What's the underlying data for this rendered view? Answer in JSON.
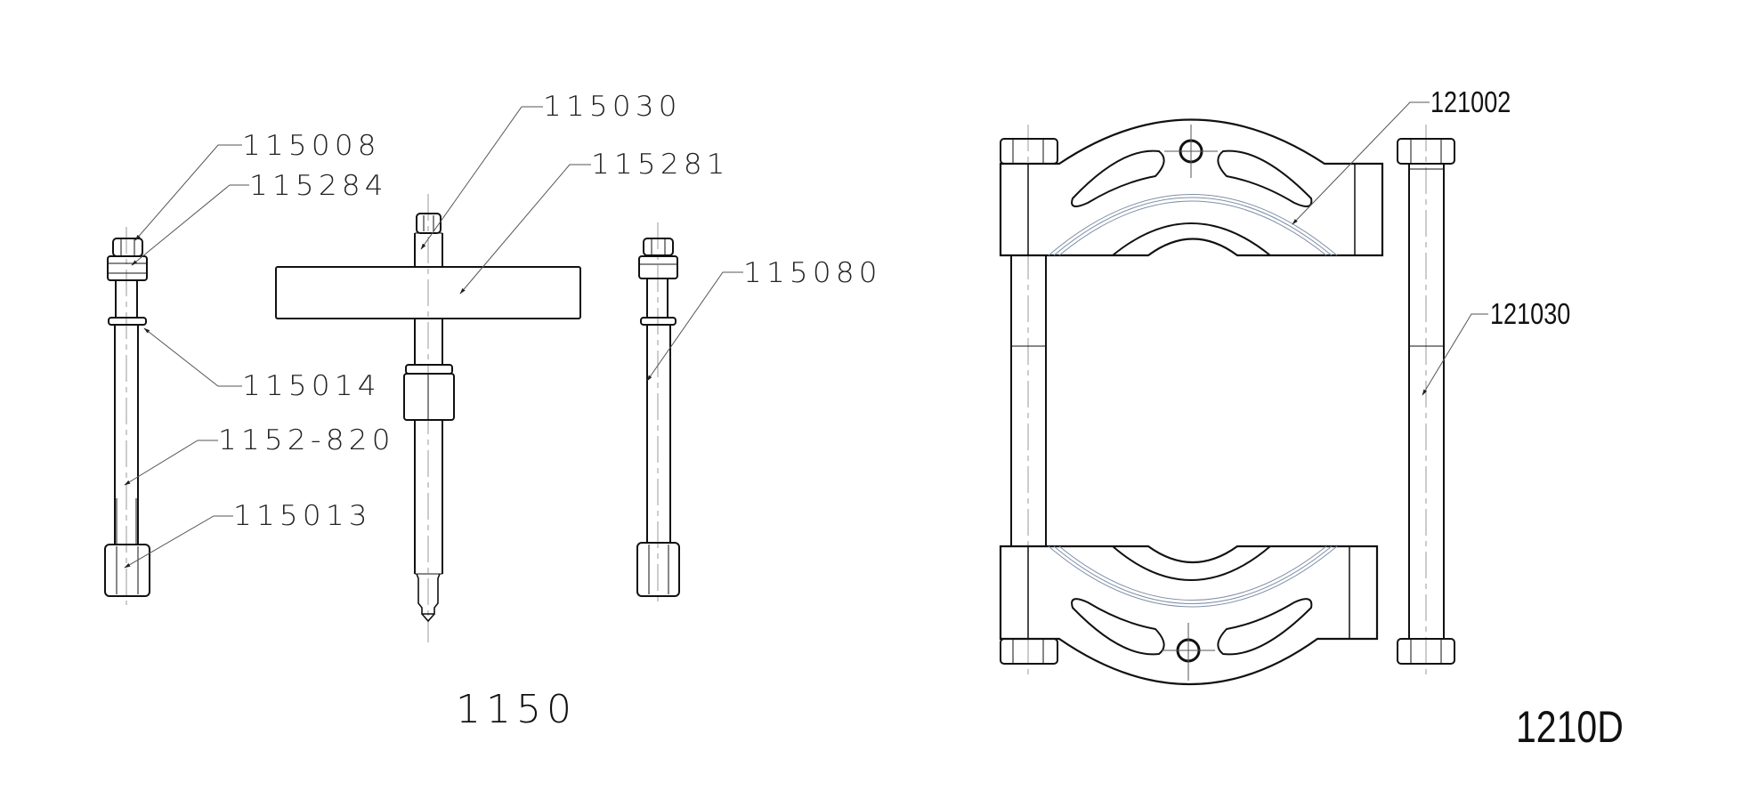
{
  "drawing": {
    "assemblies": [
      {
        "id": "1150",
        "title": "1150",
        "parts": [
          {
            "number": "115008",
            "label": "115008"
          },
          {
            "number": "115284",
            "label": "115284"
          },
          {
            "number": "115014",
            "label": "115014"
          },
          {
            "number": "1152-820",
            "label": "1152-820"
          },
          {
            "number": "115013",
            "label": "115013"
          },
          {
            "number": "115030",
            "label": "115030"
          },
          {
            "number": "115281",
            "label": "115281"
          },
          {
            "number": "115080",
            "label": "115080"
          }
        ]
      },
      {
        "id": "1210D",
        "title": "1210D",
        "parts": [
          {
            "number": "121002",
            "label": "121002"
          },
          {
            "number": "121030",
            "label": "121030"
          }
        ]
      }
    ],
    "colors": {
      "line": "#111111",
      "leader": "#555555",
      "centerline": "#9a9a9a",
      "hidden_arc": "#7f8fa6",
      "background": "#ffffff"
    }
  }
}
